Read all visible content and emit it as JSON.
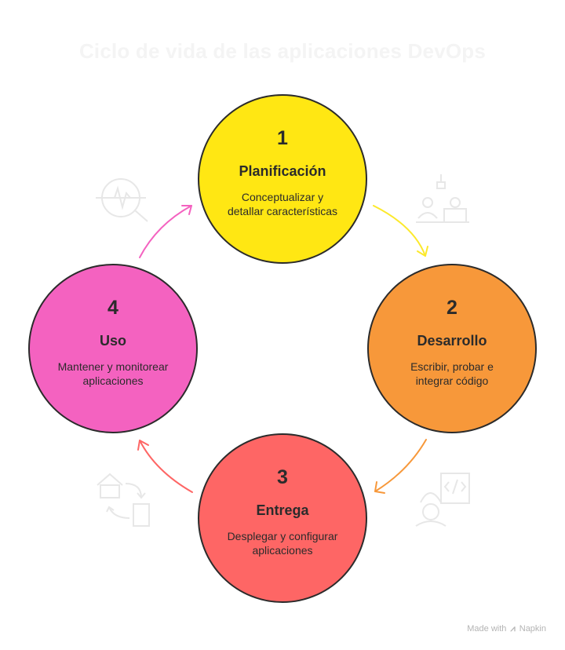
{
  "title": "Ciclo de vida de las aplicaciones DevOps",
  "stages": [
    {
      "number": "1",
      "name": "Planificación",
      "description_line1": "Conceptualizar y",
      "description_line2": "detallar características",
      "color": "#ffe713"
    },
    {
      "number": "2",
      "name": "Desarrollo",
      "description_line1": "Escribir, probar e",
      "description_line2": "integrar código",
      "color": "#f7983a"
    },
    {
      "number": "3",
      "name": "Entrega",
      "description_line1": "Desplegar y configurar",
      "description_line2": "aplicaciones",
      "color": "#fe6665"
    },
    {
      "number": "4",
      "name": "Uso",
      "description_line1": "Mantener y monitorear",
      "description_line2": "aplicaciones",
      "color": "#f462c0"
    }
  ],
  "arrow_colors": [
    "#fce92c",
    "#f7983a",
    "#fe6665",
    "#f462c0"
  ],
  "icons": [
    "monitoring-icon",
    "planning-team-icon",
    "developer-code-icon",
    "deployment-cycle-icon"
  ],
  "footer": {
    "prefix": "Made with",
    "brand": "Napkin"
  }
}
